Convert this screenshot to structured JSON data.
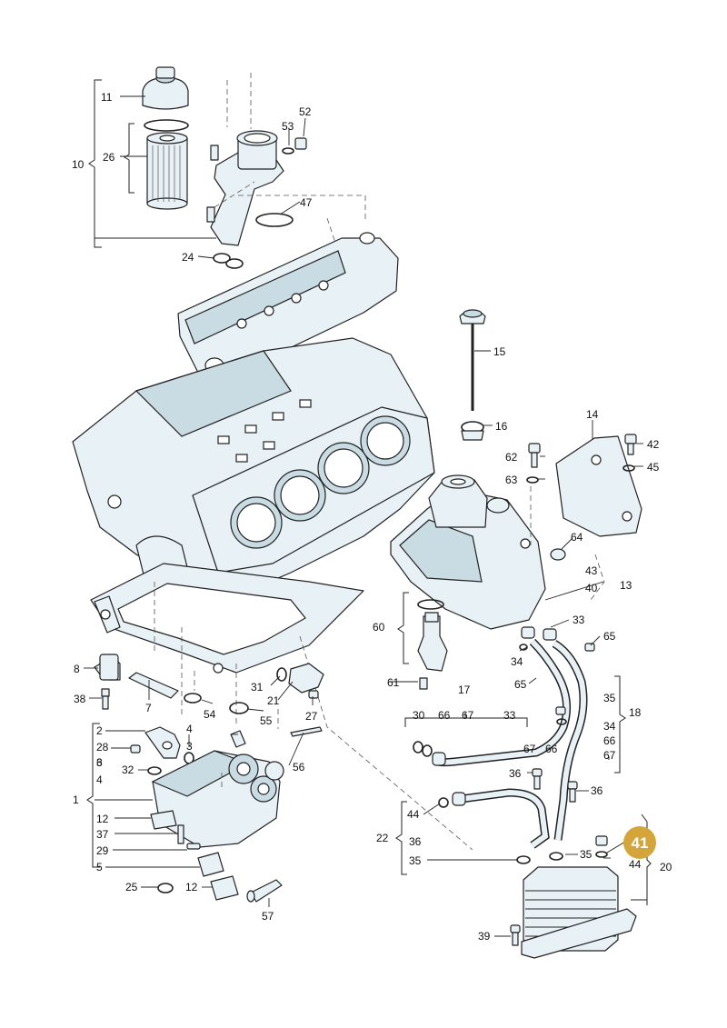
{
  "labels": [
    {
      "id": "p11",
      "text": "11"
    },
    {
      "id": "p26",
      "text": "26"
    },
    {
      "id": "p10",
      "text": "10"
    },
    {
      "id": "p53",
      "text": "53"
    },
    {
      "id": "p52",
      "text": "52"
    },
    {
      "id": "p47",
      "text": "47"
    },
    {
      "id": "p24",
      "text": "24"
    },
    {
      "id": "p15",
      "text": "15"
    },
    {
      "id": "p16",
      "text": "16"
    },
    {
      "id": "p14",
      "text": "14"
    },
    {
      "id": "p62",
      "text": "62"
    },
    {
      "id": "p42",
      "text": "42"
    },
    {
      "id": "p63",
      "text": "63"
    },
    {
      "id": "p45",
      "text": "45"
    },
    {
      "id": "p64",
      "text": "64"
    },
    {
      "id": "p43",
      "text": "43"
    },
    {
      "id": "p13",
      "text": "13"
    },
    {
      "id": "p40",
      "text": "40"
    },
    {
      "id": "p60",
      "text": "60"
    },
    {
      "id": "p33a",
      "text": "33"
    },
    {
      "id": "p65a",
      "text": "65"
    },
    {
      "id": "p34a",
      "text": "34"
    },
    {
      "id": "p61",
      "text": "61"
    },
    {
      "id": "p65b",
      "text": "65"
    },
    {
      "id": "p8",
      "text": "8"
    },
    {
      "id": "p7",
      "text": "7"
    },
    {
      "id": "p31",
      "text": "31"
    },
    {
      "id": "p21",
      "text": "21"
    },
    {
      "id": "p38",
      "text": "38"
    },
    {
      "id": "p54",
      "text": "54"
    },
    {
      "id": "p55",
      "text": "55"
    },
    {
      "id": "p27",
      "text": "27"
    },
    {
      "id": "p17",
      "text": "17"
    },
    {
      "id": "p30",
      "text": "30"
    },
    {
      "id": "p66a",
      "text": "66"
    },
    {
      "id": "p67a",
      "text": "67"
    },
    {
      "id": "p33b",
      "text": "33"
    },
    {
      "id": "p35a",
      "text": "35"
    },
    {
      "id": "p18",
      "text": "18"
    },
    {
      "id": "p34b",
      "text": "34"
    },
    {
      "id": "p66b",
      "text": "66"
    },
    {
      "id": "p67b",
      "text": "67"
    },
    {
      "id": "p67c",
      "text": "67"
    },
    {
      "id": "p66c",
      "text": "66"
    },
    {
      "id": "p2",
      "text": "2"
    },
    {
      "id": "p4a",
      "text": "4"
    },
    {
      "id": "p3a",
      "text": "3"
    },
    {
      "id": "p28",
      "text": "28"
    },
    {
      "id": "p6",
      "text": "6"
    },
    {
      "id": "p32",
      "text": "32"
    },
    {
      "id": "p3b",
      "text": "3"
    },
    {
      "id": "p4b",
      "text": "4"
    },
    {
      "id": "p56",
      "text": "56"
    },
    {
      "id": "p1",
      "text": "1"
    },
    {
      "id": "p36a",
      "text": "36"
    },
    {
      "id": "p36b",
      "text": "36"
    },
    {
      "id": "p12a",
      "text": "12"
    },
    {
      "id": "p44a",
      "text": "44"
    },
    {
      "id": "p37",
      "text": "37"
    },
    {
      "id": "p22",
      "text": "22"
    },
    {
      "id": "p36c",
      "text": "36"
    },
    {
      "id": "p29",
      "text": "29"
    },
    {
      "id": "p35b",
      "text": "35"
    },
    {
      "id": "p35c",
      "text": "35"
    },
    {
      "id": "p44b",
      "text": "44"
    },
    {
      "id": "p20",
      "text": "20"
    },
    {
      "id": "p5",
      "text": "5"
    },
    {
      "id": "p25",
      "text": "25"
    },
    {
      "id": "p12b",
      "text": "12"
    },
    {
      "id": "p57",
      "text": "57"
    },
    {
      "id": "p39",
      "text": "39"
    }
  ],
  "highlight": {
    "text": "41",
    "color": "#d4a53a"
  }
}
